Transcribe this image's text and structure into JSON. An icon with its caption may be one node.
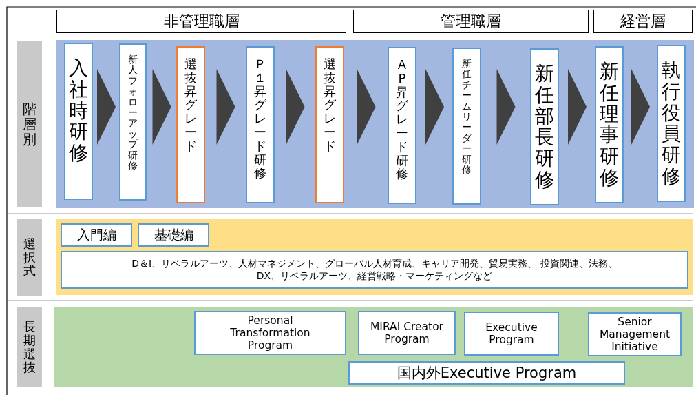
{
  "diagram": {
    "nodes": [
      {
        "text": [
          "非管理職層"
        ]
      },
      {
        "text": [
          "管理職層"
        ]
      },
      {
        "text": [
          "経営層"
        ]
      },
      {
        "text": [
          "階層別"
        ]
      },
      {
        "text": [],
        "shape": "box"
      },
      {
        "text": [
          "入社時研修"
        ],
        "in": 4
      },
      {
        "text": [
          "新人フォローアップ研修"
        ],
        "in": 4
      },
      {
        "text": [
          "選抜昇グレード"
        ],
        "in": 4
      },
      {
        "text": [
          "Ｐ１昇グレード研修"
        ],
        "in": 4
      },
      {
        "text": [
          "選抜昇グレード"
        ],
        "in": 4
      },
      {
        "text": [
          "AP昇グレード研修"
        ],
        "in": 4
      },
      {
        "text": [
          "新任チームリーダー研修"
        ],
        "in": 4
      },
      {
        "text": [
          "新任部長研修"
        ],
        "in": 4
      },
      {
        "text": [
          "新任理事研修"
        ],
        "in": 4
      },
      {
        "text": [
          "執行役員研修"
        ],
        "in": 4
      },
      {
        "text": [
          "選択式"
        ]
      },
      {
        "text": [],
        "shape": "box"
      },
      {
        "text": [
          "入門編"
        ],
        "in": 16
      },
      {
        "text": [
          "基礎編"
        ],
        "in": 16
      },
      {
        "text": [
          "D＆I、リベラルアーツ、人材マネジメント、グローバル人材育成、キャリア開発、貿易実務、 投資関連、法務、DX、リベラルアーツ、経営戦略・マーケティングなど"
        ],
        "in": 16
      },
      {
        "text": [
          "長期選抜"
        ]
      },
      {
        "text": [],
        "shape": "box"
      },
      {
        "text": [
          "Personal Transformation Program"
        ],
        "in": 21
      },
      {
        "text": [
          "MIRAI Creator Program"
        ],
        "in": 21
      },
      {
        "text": [
          "Executive Program"
        ],
        "in": 21
      },
      {
        "text": [
          "Senior Management Initiative"
        ],
        "in": 21
      },
      {
        "text": [
          "国内外Executive Program"
        ],
        "in": 21
      }
    ],
    "edges": [
      {
        "from": 5,
        "to": 6,
        "arrow": "to"
      },
      {
        "from": 6,
        "to": 7,
        "arrow": "to"
      },
      {
        "from": 7,
        "to": 8,
        "arrow": "to"
      },
      {
        "from": 8,
        "to": 9,
        "arrow": "to"
      },
      {
        "from": 9,
        "to": 10,
        "arrow": "to"
      },
      {
        "from": 10,
        "to": 11,
        "arrow": "to"
      },
      {
        "from": 11,
        "to": 12,
        "arrow": "to"
      },
      {
        "from": 12,
        "to": 13,
        "arrow": "to"
      },
      {
        "from": 13,
        "to": 14,
        "arrow": "to"
      }
    ]
  }
}
